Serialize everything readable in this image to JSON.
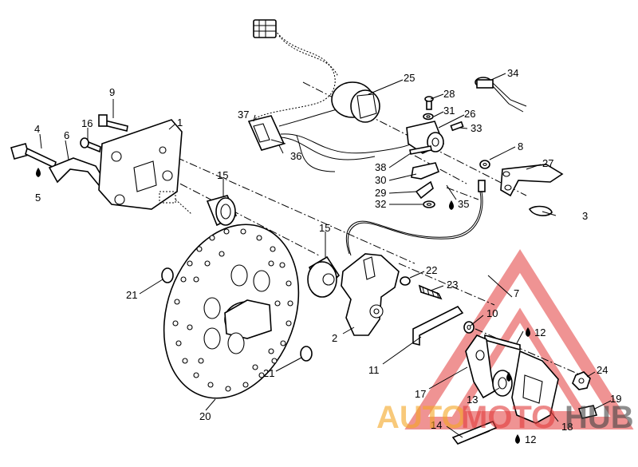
{
  "callouts": [
    "1",
    "2",
    "3",
    "4",
    "5",
    "6",
    "7",
    "8",
    "9",
    "10",
    "11",
    "12",
    "12",
    "12",
    "13",
    "14",
    "15",
    "15",
    "16",
    "17",
    "18",
    "19",
    "20",
    "21",
    "21",
    "22",
    "23",
    "24",
    "25",
    "26",
    "27",
    "28",
    "29",
    "30",
    "31",
    "32",
    "33",
    "34",
    "35",
    "36",
    "37",
    "38"
  ],
  "watermark": {
    "text_a": "AUTO",
    "text_b": "MOTO",
    "text_c": "HUB",
    "color_orange": "#f5a623",
    "color_red": "#e23b3b",
    "color_gray": "#444444"
  },
  "colors": {
    "line": "#000000",
    "background": "#ffffff",
    "watermark_triangle": "#e23b3b"
  },
  "icons": [
    "grease-drop-icon"
  ]
}
